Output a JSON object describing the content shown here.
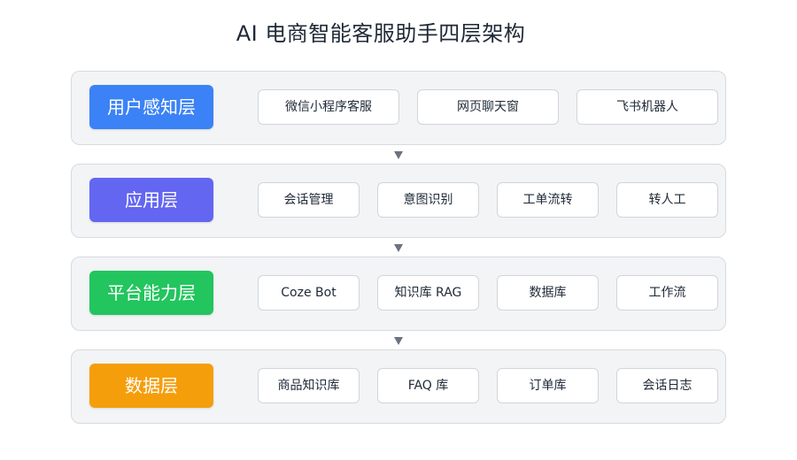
{
  "title": "AI 电商智能客服助手四层架构",
  "layers": [
    {
      "label": "用户感知层",
      "color": "#3b82f6",
      "items": [
        "微信小程序客服",
        "网页聊天窗",
        "飞书机器人"
      ]
    },
    {
      "label": "应用层",
      "color": "#6366f1",
      "items": [
        "会话管理",
        "意图识别",
        "工单流转",
        "转人工"
      ]
    },
    {
      "label": "平台能力层",
      "color": "#22c55e",
      "items": [
        "Coze Bot",
        "知识库 RAG",
        "数据库",
        "工作流"
      ]
    },
    {
      "label": "数据层",
      "color": "#f59e0b",
      "items": [
        "商品知识库",
        "FAQ 库",
        "订单库",
        "会话日志"
      ]
    }
  ],
  "colors": {
    "panel_bg": "#f3f4f6",
    "panel_border": "#d7dadf",
    "chip_bg": "#ffffff",
    "chip_border": "#d1d5db",
    "arrow": "#6b7280"
  }
}
